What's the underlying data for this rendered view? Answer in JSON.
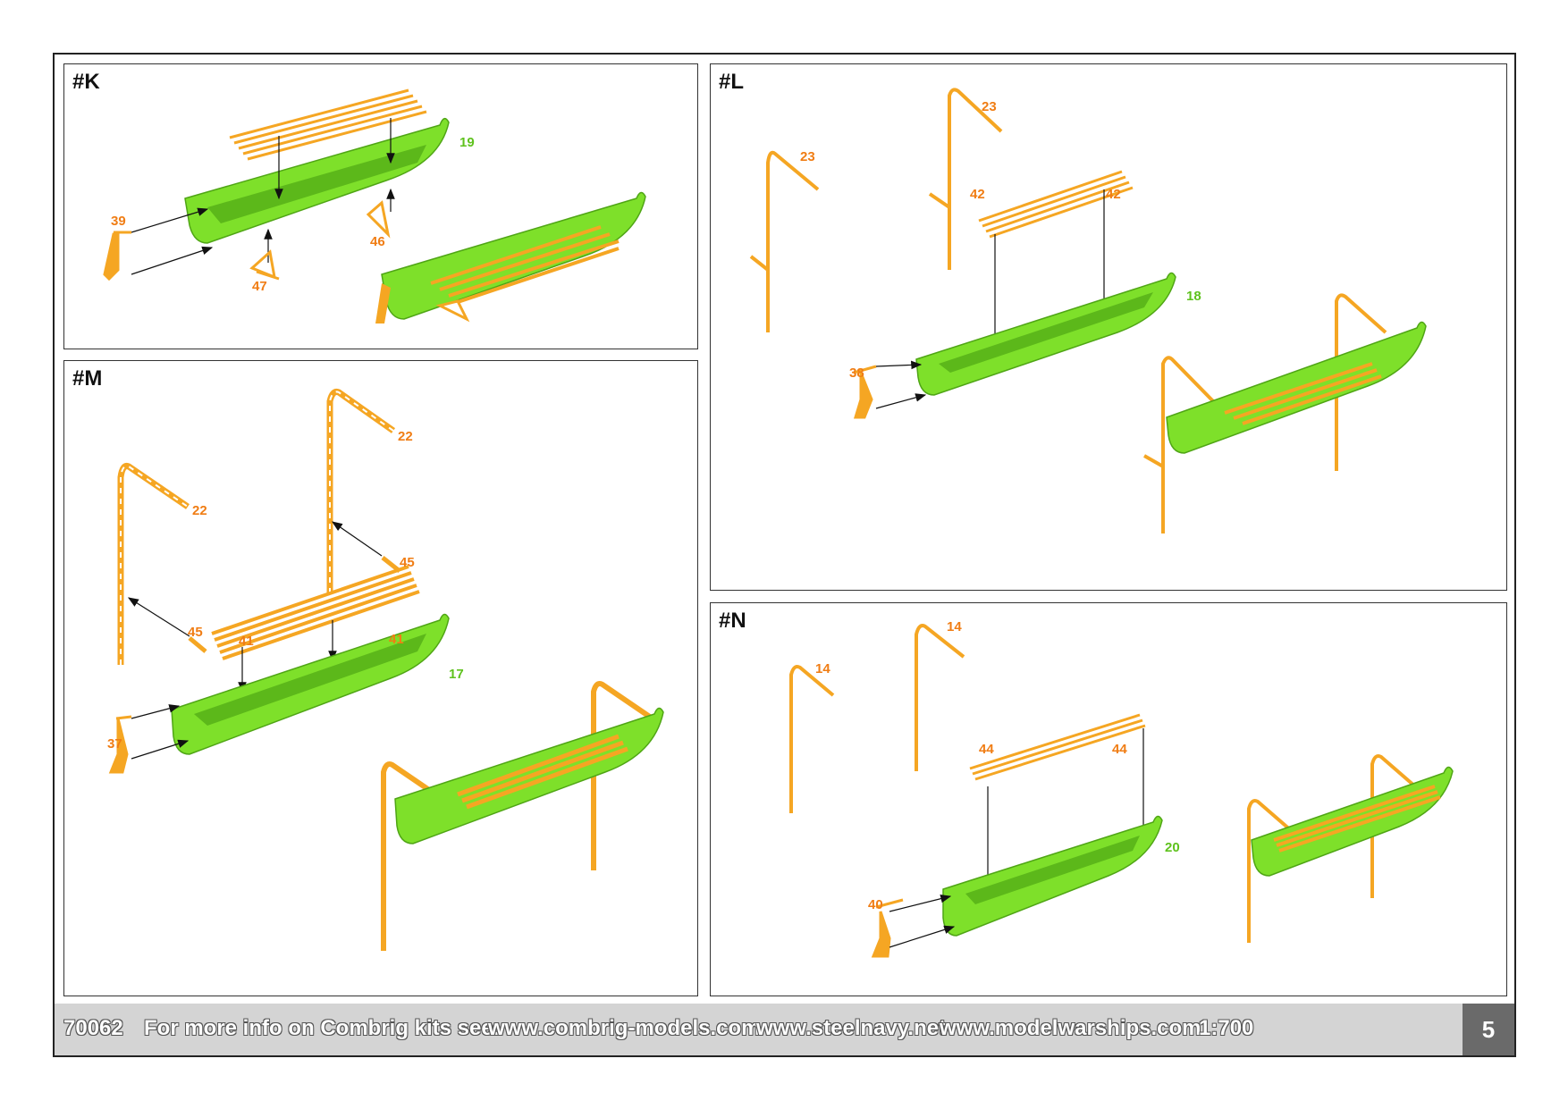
{
  "panels": {
    "k": {
      "title": "#K",
      "labels": {
        "boat": "19",
        "rudder": "39",
        "bracket_a": "46",
        "bracket_b": "47"
      }
    },
    "l": {
      "title": "#L",
      "labels": {
        "davit_a": "23",
        "davit_b": "23",
        "oars_a": "42",
        "oars_b": "42",
        "boat": "18",
        "rudder": "38"
      }
    },
    "m": {
      "title": "#M",
      "labels": {
        "davit_a": "22",
        "davit_b": "22",
        "arm_a": "45",
        "arm_b": "45",
        "oars_a": "41",
        "oars_b": "41",
        "boat": "17",
        "rudder": "37"
      }
    },
    "n": {
      "title": "#N",
      "labels": {
        "davit_a": "14",
        "davit_b": "14",
        "oars_a": "44",
        "oars_b": "44",
        "boat": "20",
        "rudder": "40"
      }
    }
  },
  "footer": {
    "code": "70062",
    "info": "For more info on Combrig kits see:",
    "site1": "www.combrig-models.com",
    "site2": "www.steelnavy.net",
    "site3": "www.modelwarships.com",
    "scale": "1:700",
    "page": "5"
  },
  "colors": {
    "part_green": "#7ee02a",
    "part_orange": "#f5a623",
    "label_orange": "#f07d14",
    "label_green": "#5fc21e"
  }
}
